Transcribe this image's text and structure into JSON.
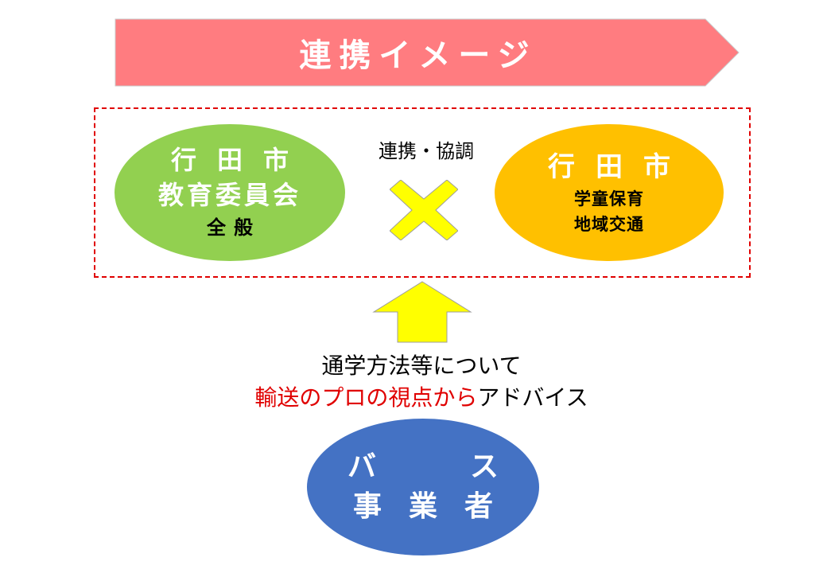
{
  "banner": {
    "title": "連携イメージ",
    "color": "#ff7c80"
  },
  "left_ellipse": {
    "line1": "行田市",
    "line2": "教育委員会",
    "line3": "全般",
    "color": "#92d050"
  },
  "right_ellipse": {
    "line1": "行田市",
    "line2": "学童保育",
    "line3": "地域交通",
    "color": "#ffc000"
  },
  "link_label": "連携・協調",
  "caption": {
    "line1": "通学方法等について",
    "line2_red": "輸送のプロの視点から",
    "line2_black": "アドバイス"
  },
  "bottom_ellipse": {
    "line1_a": "バ",
    "line1_b": "ス",
    "line2": "事業者",
    "color": "#4472c4"
  },
  "colors": {
    "dashed_border": "#e00000",
    "cross": "#ffff00",
    "arrow": "#ffff00"
  }
}
